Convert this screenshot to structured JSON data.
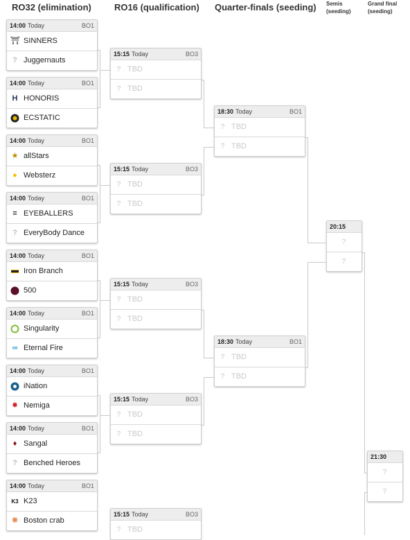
{
  "columns": {
    "ro32": "RO32 (elimination)",
    "ro16": "RO16 (qualification)",
    "qf": "Quarter-finals (seeding)",
    "sf_line1": "Semis",
    "sf_line2": "(seeding)",
    "gf_line1": "Grand final",
    "gf_line2": "(seeding)"
  },
  "ro32": [
    {
      "time": "14:00",
      "day": "Today",
      "format": "BO1",
      "teams": [
        "SINNERS",
        "Juggernauts"
      ],
      "logos": [
        "helmet-icon",
        "question-icon"
      ]
    },
    {
      "time": "14:00",
      "day": "Today",
      "format": "BO1",
      "teams": [
        "HONORIS",
        "ECSTATIC"
      ],
      "logos": [
        "honoris-logo-icon",
        "ecstatic-logo-icon"
      ]
    },
    {
      "time": "14:00",
      "day": "Today",
      "format": "BO1",
      "teams": [
        "allStars",
        "Websterz"
      ],
      "logos": [
        "star-logo-icon",
        "websterz-logo-icon"
      ]
    },
    {
      "time": "14:00",
      "day": "Today",
      "format": "BO1",
      "teams": [
        "EYEBALLERS",
        "EveryBody Dance"
      ],
      "logos": [
        "eyeballers-logo-icon",
        "question-icon"
      ]
    },
    {
      "time": "14:00",
      "day": "Today",
      "format": "BO1",
      "teams": [
        "Iron Branch",
        "500"
      ],
      "logos": [
        "iron-branch-logo-icon",
        "500-logo-icon"
      ]
    },
    {
      "time": "14:00",
      "day": "Today",
      "format": "BO1",
      "teams": [
        "Singularity",
        "Eternal Fire"
      ],
      "logos": [
        "singularity-logo-icon",
        "eternal-fire-logo-icon"
      ]
    },
    {
      "time": "14:00",
      "day": "Today",
      "format": "BO1",
      "teams": [
        "iNation",
        "Nemiga"
      ],
      "logos": [
        "ination-logo-icon",
        "nemiga-logo-icon"
      ]
    },
    {
      "time": "14:00",
      "day": "Today",
      "format": "BO1",
      "teams": [
        "Sangal",
        "Benched Heroes"
      ],
      "logos": [
        "sangal-logo-icon",
        "question-icon"
      ]
    },
    {
      "time": "14:00",
      "day": "Today",
      "format": "BO1",
      "teams": [
        "K23",
        "Boston crab"
      ],
      "logos": [
        "k23-logo-icon",
        "crab-logo-icon"
      ]
    }
  ],
  "ro16": [
    {
      "time": "15:15",
      "day": "Today",
      "format": "BO3",
      "teams": [
        "TBD",
        "TBD"
      ]
    },
    {
      "time": "15:15",
      "day": "Today",
      "format": "BO3",
      "teams": [
        "TBD",
        "TBD"
      ]
    },
    {
      "time": "15:15",
      "day": "Today",
      "format": "BO3",
      "teams": [
        "TBD",
        "TBD"
      ]
    },
    {
      "time": "15:15",
      "day": "Today",
      "format": "BO3",
      "teams": [
        "TBD",
        "TBD"
      ]
    },
    {
      "time": "15:15",
      "day": "Today",
      "format": "BO3",
      "teams": [
        "TBD"
      ]
    }
  ],
  "qf": [
    {
      "time": "18:30",
      "day": "Today",
      "format": "BO1",
      "teams": [
        "TBD",
        "TBD"
      ]
    },
    {
      "time": "18:30",
      "day": "Today",
      "format": "BO1",
      "teams": [
        "TBD",
        "TBD"
      ]
    }
  ],
  "sf": {
    "time": "20:15"
  },
  "gf": {
    "time": "21:30"
  },
  "colors": {
    "header_bg": "#ededed",
    "border": "#cfcfcf",
    "tbd_text": "#c9c9c9"
  }
}
